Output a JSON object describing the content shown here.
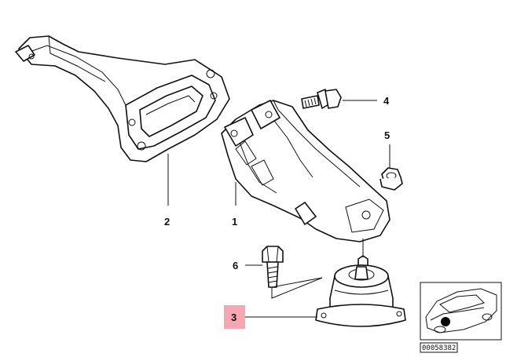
{
  "diagram": {
    "callouts": [
      {
        "id": "1",
        "label": "1",
        "highlighted": false
      },
      {
        "id": "2",
        "label": "2",
        "highlighted": false
      },
      {
        "id": "3",
        "label": "3",
        "highlighted": true
      },
      {
        "id": "4",
        "label": "4",
        "highlighted": false
      },
      {
        "id": "5",
        "label": "5",
        "highlighted": false
      },
      {
        "id": "6",
        "label": "6",
        "highlighted": false
      }
    ],
    "reference_number": "00058382",
    "colors": {
      "highlight": "#f6a7b2",
      "line": "#111111",
      "thumbnail_marker": "#000000"
    },
    "icons": [
      "engine-support-bracket",
      "engine-mount-bracket",
      "engine-mount-rubber",
      "flange-bolt",
      "hex-nut",
      "hex-bolt",
      "car-location-thumbnail"
    ]
  }
}
